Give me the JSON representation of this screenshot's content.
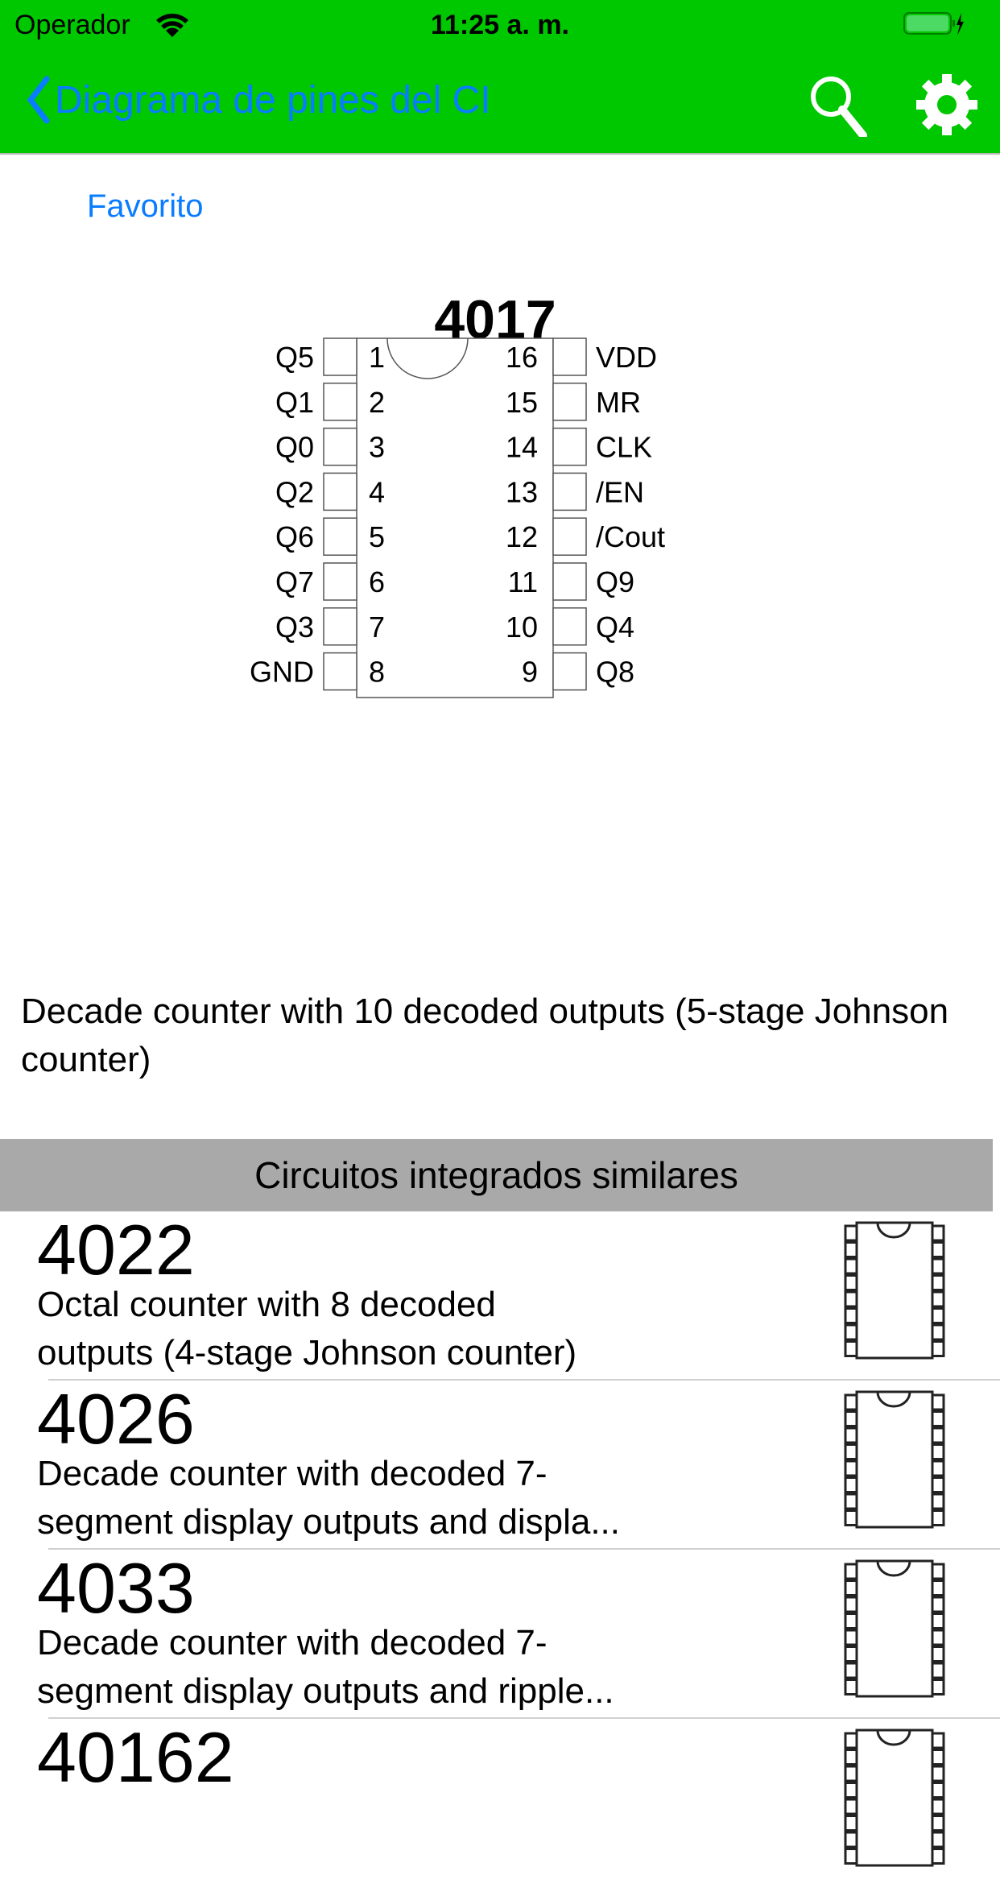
{
  "status_bar": {
    "carrier": "Operador",
    "time": "11:25 a. m."
  },
  "nav": {
    "back_label": "Diagrama de pines del CI",
    "accent": "#0a7cff",
    "bar_color": "#00c800"
  },
  "favorite_label": "Favorito",
  "chip": {
    "name": "4017",
    "pins_left": [
      {
        "num": "1",
        "label": "Q5"
      },
      {
        "num": "2",
        "label": "Q1"
      },
      {
        "num": "3",
        "label": "Q0"
      },
      {
        "num": "4",
        "label": "Q2"
      },
      {
        "num": "5",
        "label": "Q6"
      },
      {
        "num": "6",
        "label": "Q7"
      },
      {
        "num": "7",
        "label": "Q3"
      },
      {
        "num": "8",
        "label": "GND"
      }
    ],
    "pins_right": [
      {
        "num": "16",
        "label": "VDD"
      },
      {
        "num": "15",
        "label": "MR"
      },
      {
        "num": "14",
        "label": "CLK"
      },
      {
        "num": "13",
        "label": "/EN"
      },
      {
        "num": "12",
        "label": "/Cout"
      },
      {
        "num": "11",
        "label": "Q9"
      },
      {
        "num": "10",
        "label": "Q4"
      },
      {
        "num": "9",
        "label": "Q8"
      }
    ],
    "description": "Decade counter with 10 decoded outputs (5-stage Johnson counter)"
  },
  "similar": {
    "header": "Circuitos integrados similares",
    "items": [
      {
        "number": "4022",
        "description": "Octal counter with 8 decoded\noutputs (4-stage Johnson counter)"
      },
      {
        "number": "4026",
        "description": "Decade counter with decoded 7-\nsegment display outputs and displa..."
      },
      {
        "number": "4033",
        "description": "Decade counter with decoded 7-\nsegment display outputs and ripple..."
      },
      {
        "number": "40162",
        "description": ""
      }
    ]
  }
}
